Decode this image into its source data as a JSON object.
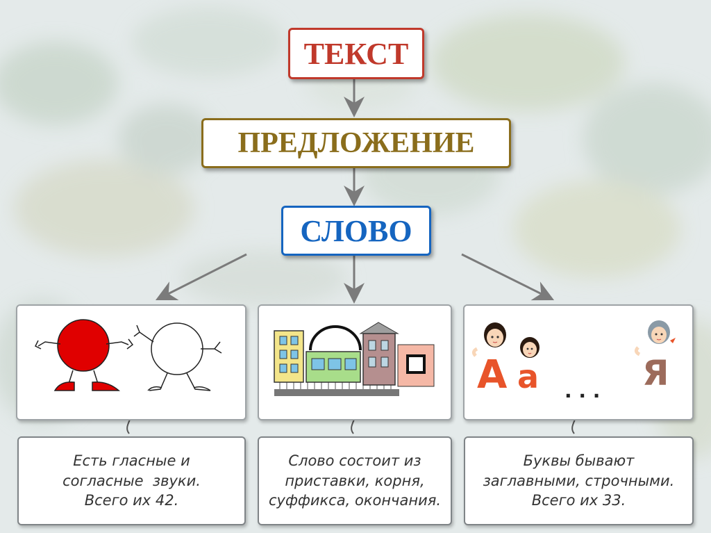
{
  "diagram": {
    "nodes": {
      "text": "ТЕКСТ",
      "sentence": "ПРЕДЛОЖЕНИЕ",
      "word": "СЛОВО"
    },
    "colors": {
      "text_accent": "#c0392b",
      "sentence_accent": "#8a6d1c",
      "word_accent": "#1565c0",
      "arrow": "#7b7b7b"
    },
    "pictures": {
      "letters": {
        "upper": "А",
        "lower": "а",
        "ellipsis": ". . .",
        "last": "Я"
      }
    },
    "notes": {
      "sounds": [
        "Есть гласные и",
        "согласные  звуки.",
        "Всего их 42."
      ],
      "parts": [
        "Слово состоит из",
        "приставки, корня,",
        "суффикса, окончания."
      ],
      "letters": [
        "Буквы бывают",
        "заглавными, строчными.",
        "Всего их 33."
      ]
    }
  }
}
